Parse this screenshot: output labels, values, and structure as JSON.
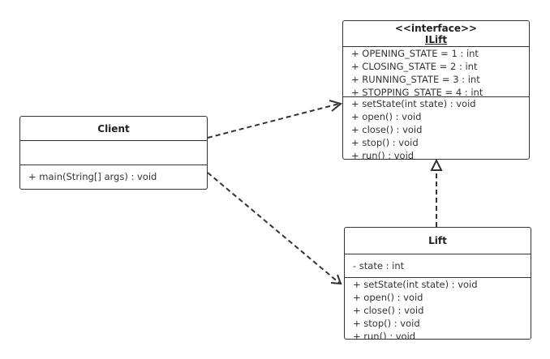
{
  "interface": {
    "stereotype": "<<interface>>",
    "name": "ILift",
    "attributes": [
      "+ OPENING_STATE = 1 : int",
      "+ CLOSING_STATE = 2 : int",
      "+ RUNNING_STATE = 3 : int",
      "+ STOPPING_STATE = 4 : int"
    ],
    "methods": [
      "+ setState(int state) : void",
      "+ open() : void",
      "+ close() : void",
      "+ stop() : void",
      "+ run() : void"
    ]
  },
  "client": {
    "name": "Client",
    "methods": [
      "+ main(String[] args) : void"
    ]
  },
  "lift": {
    "name": "Lift",
    "attributes": [
      "- state : int"
    ],
    "methods": [
      "+ setState(int state) : void",
      "+ open() : void",
      "+ close() : void",
      "+ stop() : void",
      "+ run() : void"
    ]
  },
  "relations": [
    {
      "from": "Client",
      "to": "ILift",
      "type": "dependency"
    },
    {
      "from": "Client",
      "to": "Lift",
      "type": "dependency"
    },
    {
      "from": "Lift",
      "to": "ILift",
      "type": "realization"
    }
  ]
}
